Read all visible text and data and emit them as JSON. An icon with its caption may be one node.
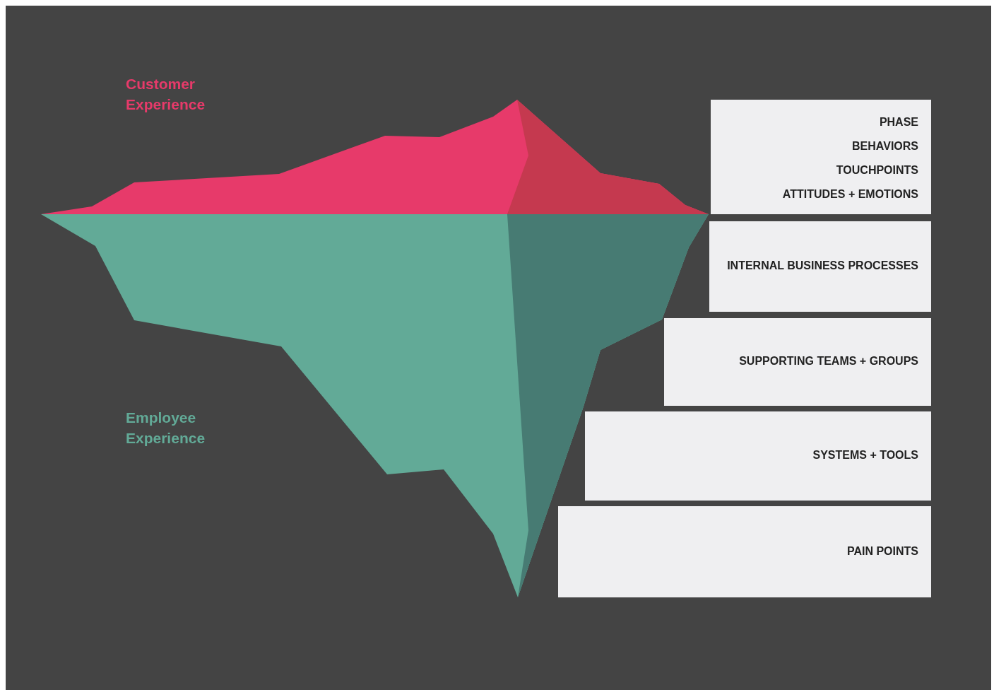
{
  "diagram": {
    "nodes": [
      {
        "text": [
          "PHASE",
          "BEHAVIORS",
          "TOUCHPOINTS",
          "ATTITUDES + EMOTIONS"
        ]
      },
      {
        "text": [
          "INTERNAL BUSINESS PROCESSES"
        ]
      },
      {
        "text": [
          "SUPPORTING TEAMS + GROUPS"
        ]
      },
      {
        "text": [
          "SYSTEMS + TOOLS"
        ]
      },
      {
        "text": [
          "PAIN POINTS"
        ]
      }
    ],
    "edges": [],
    "labels": [
      "Customer Experience",
      "Employee Experience"
    ]
  }
}
